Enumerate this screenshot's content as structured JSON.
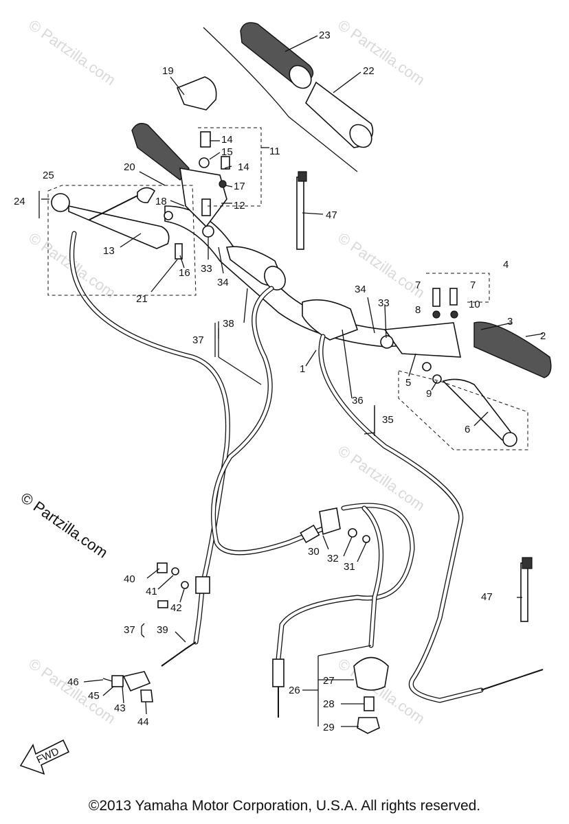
{
  "watermark": "© Partzilla.com",
  "brand_watermark": "© Partzilla.com",
  "copyright": "©2013 Yamaha Motor Corporation, U.S.A. All rights reserved.",
  "fwd_arrow": "FWD",
  "callouts": {
    "c1": "1",
    "c2": "2",
    "c3": "3",
    "c4": "4",
    "c5": "5",
    "c6": "6",
    "c7a": "7",
    "c7b": "7",
    "c8": "8",
    "c9": "9",
    "c10": "10",
    "c11": "11",
    "c12": "12",
    "c13": "13",
    "c14a": "14",
    "c14b": "14",
    "c15": "15",
    "c16": "16",
    "c17": "17",
    "c18": "18",
    "c19": "19",
    "c20": "20",
    "c21": "21",
    "c22": "22",
    "c23": "23",
    "c24": "24",
    "c25": "25",
    "c26": "26",
    "c27": "27",
    "c28": "28",
    "c29": "29",
    "c30": "30",
    "c31": "31",
    "c32": "32",
    "c33a": "33",
    "c33b": "33",
    "c34a": "34",
    "c34b": "34",
    "c35": "35",
    "c36": "36",
    "c37a": "37",
    "c37b": "37",
    "c38": "38",
    "c39": "39",
    "c40": "40",
    "c41": "41",
    "c42": "42",
    "c43": "43",
    "c44": "44",
    "c45": "45",
    "c46": "46",
    "c47a": "47",
    "c47b": "47"
  }
}
